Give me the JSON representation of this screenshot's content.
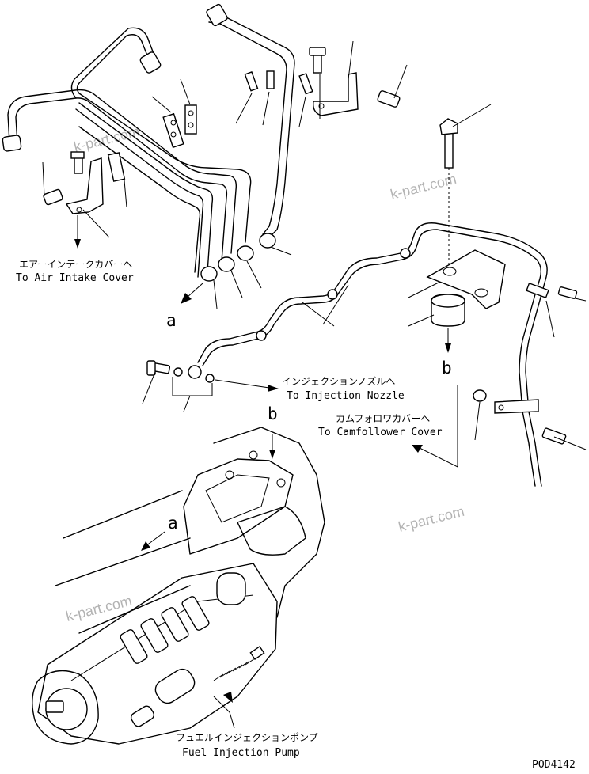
{
  "callouts": {
    "air_intake_jp": "エアーインテークカバーへ",
    "air_intake_en": "To Air Intake Cover",
    "injection_nozzle_jp": "インジェクションノズルへ",
    "injection_nozzle_en": "To Injection Nozzle",
    "camfollower_jp": "カムフォロワカバーへ",
    "camfollower_en": "To Camfollower Cover",
    "pump_jp": "フュエルインジェクションポンプ",
    "pump_en": "Fuel Injection Pump"
  },
  "refs": {
    "a_top": "a",
    "a_pump": "a",
    "b_right": "b",
    "b_pump": "b"
  },
  "watermarks": [
    "k-part.com",
    "k-part.com",
    "k-part.com",
    "k-part.com"
  ],
  "drawing_code": "POD4142"
}
